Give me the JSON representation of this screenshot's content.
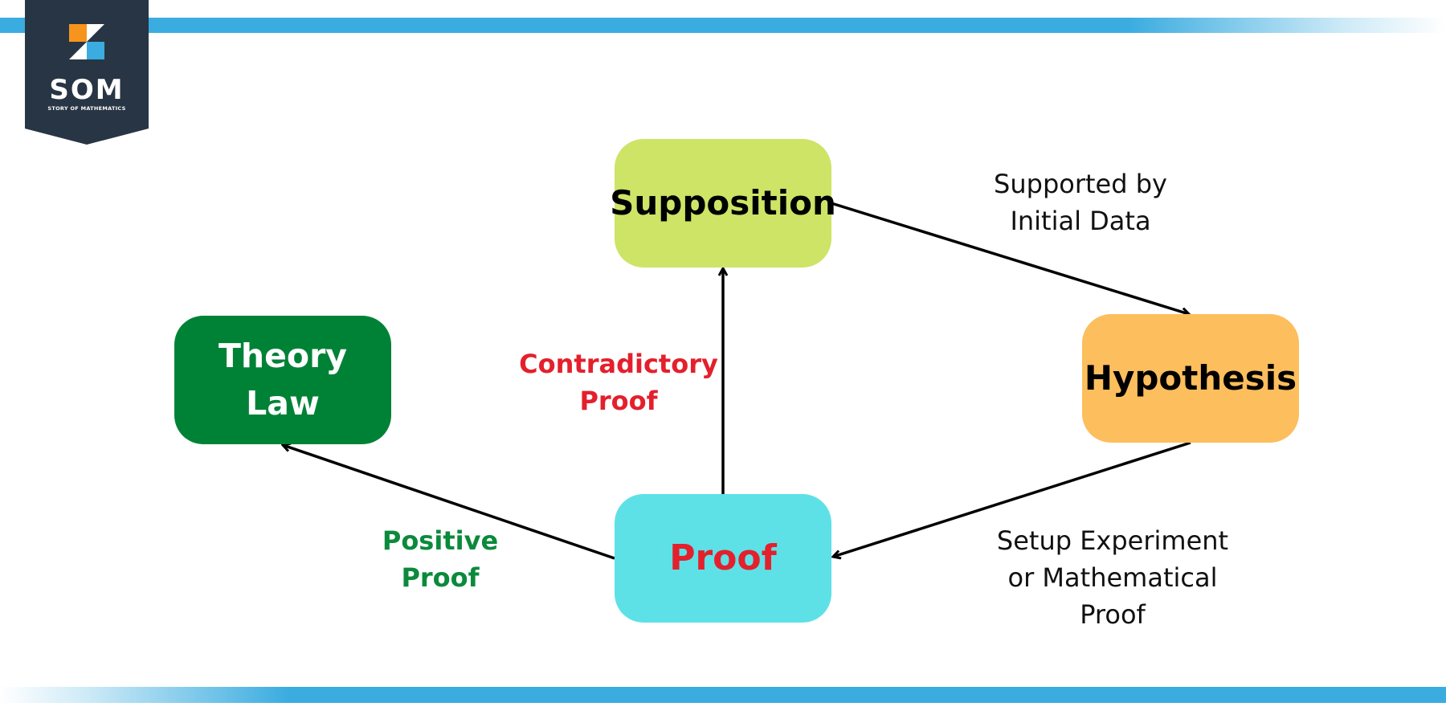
{
  "logo": {
    "title": "SOM",
    "subtitle": "STORY OF MATHEMATICS",
    "colors": {
      "badge": "#283544",
      "orange": "#f7941d",
      "blue": "#3aace0",
      "white": "#ffffff"
    }
  },
  "nodes": {
    "supposition": {
      "label": "Supposition",
      "color": "#cde466"
    },
    "hypothesis": {
      "label": "Hypothesis",
      "color": "#fdbe5d"
    },
    "proof": {
      "label": "Proof",
      "color": "#5de1e7",
      "text_color": "#e3202c"
    },
    "theory_law": {
      "lines": [
        "Theory",
        "Law"
      ],
      "color": "#008236"
    }
  },
  "edges": {
    "supposition_to_hypothesis": {
      "label_lines": [
        "Supported by",
        "Initial Data"
      ]
    },
    "hypothesis_to_proof": {
      "label_lines": [
        "Setup Experiment",
        "or Mathematical",
        "Proof"
      ]
    },
    "proof_to_supposition": {
      "label_lines": [
        "Contradictory",
        "Proof"
      ],
      "color": "#e3202c"
    },
    "proof_to_theory_law": {
      "label_lines": [
        "Positive",
        "Proof"
      ],
      "color": "#0b8a3c"
    }
  },
  "accent_color": "#3aace0"
}
